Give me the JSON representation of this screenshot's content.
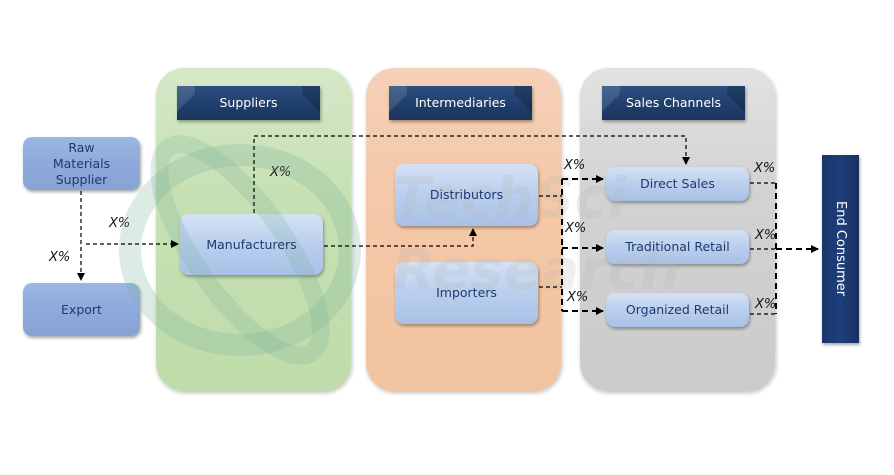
{
  "panels": {
    "suppliers": {
      "label": "Suppliers",
      "color": "#c6e0b3"
    },
    "intermediaries": {
      "label": "Intermediaries",
      "color": "#f4c8a8"
    },
    "sales_channels": {
      "label": "Sales Channels",
      "color": "#d2d2d2"
    }
  },
  "nodes": {
    "raw_materials_supplier": "Raw Materials Supplier",
    "raw_line1": "Raw",
    "raw_line2": "Materials",
    "raw_line3": "Supplier",
    "export": "Export",
    "manufacturers": "Manufacturers",
    "distributors": "Distributors",
    "importers": "Importers",
    "direct_sales": "Direct Sales",
    "traditional_retail": "Traditional Retail",
    "organized_retail": "Organized Retail",
    "end_consumer": "End Consumer"
  },
  "flow_labels": {
    "raw_to_manufacturers": "X%",
    "raw_to_export": "X%",
    "manufacturers_to_direct_sales": "X%",
    "to_direct_sales": "X%",
    "to_traditional_retail": "X%",
    "to_organized_retail": "X%",
    "direct_sales_out": "X%",
    "traditional_retail_out": "X%",
    "organized_retail_out": "X%"
  },
  "watermark": {
    "line1": "TechSci",
    "line2": "Research"
  },
  "colors": {
    "header_bar": "#1f3d6a",
    "end_consumer": "#1e3f7c",
    "node_text": "#1e3a6e"
  }
}
